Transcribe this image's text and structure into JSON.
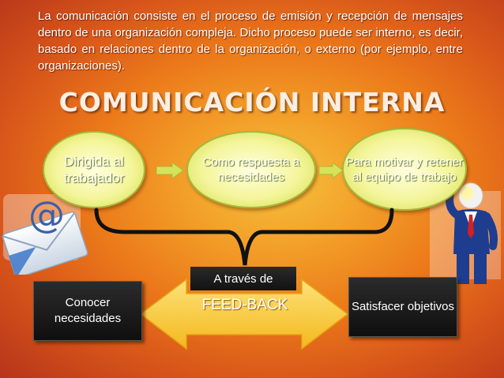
{
  "intro_text": "La comunicación consiste en el proceso de emisión y recepción de mensajes dentro de una organización compleja. Dicho proceso puede ser interno, es decir, basado en relaciones dentro de la organización, o externo (por ejemplo, entre organizaciones).",
  "title": "COMUNICACIÓN INTERNA",
  "ovals": [
    {
      "label": "Dirigida al trabajador"
    },
    {
      "label": "Como respuesta a necesidades"
    },
    {
      "label": "Para motivar y retener al equipo de trabajo"
    }
  ],
  "through_label": "A través de",
  "feedback_label": "FEED-BACK",
  "left_box": "Conocer necesidades",
  "right_box": "Satisfacer objetivos",
  "email_symbol": "@",
  "icons": [
    "email-envelope-icon",
    "presenter-figure-icon",
    "small-arrow-icon",
    "brace-connector-icon",
    "double-arrow-icon"
  ],
  "colors": {
    "background_center": "#f6c13c",
    "background_edge": "#b7341b",
    "oval_fill": "#f4f59a",
    "double_arrow": "#f8cc2e",
    "box_fill": "#1a1a1a"
  }
}
